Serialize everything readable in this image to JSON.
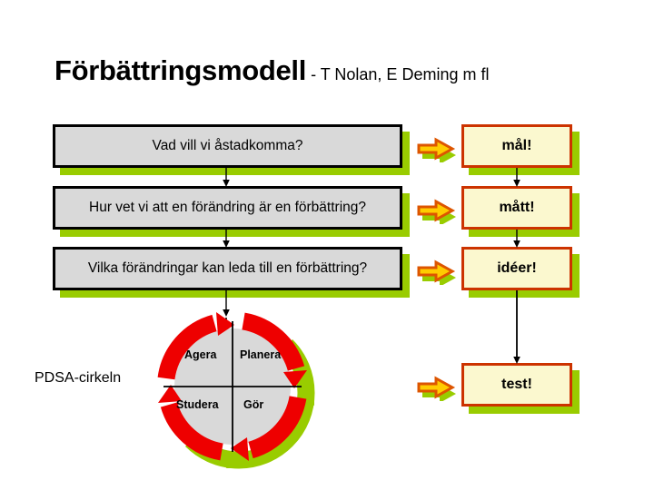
{
  "slide": {
    "background_color": "#ffffff",
    "title_main": "Förbättringsmodell",
    "title_sub": " - T Nolan, E Deming m fl"
  },
  "colors": {
    "shadow_green": "#99cc00",
    "left_box_fill": "#d9d9d9",
    "left_box_border": "#000000",
    "right_box_fill": "#fbf8cf",
    "right_box_border": "#cc3300",
    "cycle_arrow_red": "#ee0000",
    "cycle_center_gray": "#d9d9d9",
    "chevron_fill": "#ffcc00",
    "chevron_border": "#dd5500"
  },
  "questions": [
    {
      "id": "q1",
      "label": "Vad vill vi åstadkomma?"
    },
    {
      "id": "q2",
      "label": "Hur vet vi att en förändring är en förbättring?"
    },
    {
      "id": "q3",
      "label": "Vilka förändringar kan leda till en förbättring?"
    }
  ],
  "answers": [
    {
      "id": "a1",
      "label": "mål!"
    },
    {
      "id": "a2",
      "label": "mått!"
    },
    {
      "id": "a3",
      "label": "idéer!"
    },
    {
      "id": "a4",
      "label": "test!"
    }
  ],
  "cycle": {
    "name": "PDSA-cirkeln",
    "quadrants": [
      {
        "id": "act",
        "label": "Agera"
      },
      {
        "id": "plan",
        "label": "Planera"
      },
      {
        "id": "study",
        "label": "Studera"
      },
      {
        "id": "do",
        "label": "Gör"
      }
    ]
  },
  "icons": {
    "chevron": "right-chevron-arrow-icon",
    "down_arrow": "down-arrow-icon",
    "cycle": "pdsa-cycle-icon"
  }
}
